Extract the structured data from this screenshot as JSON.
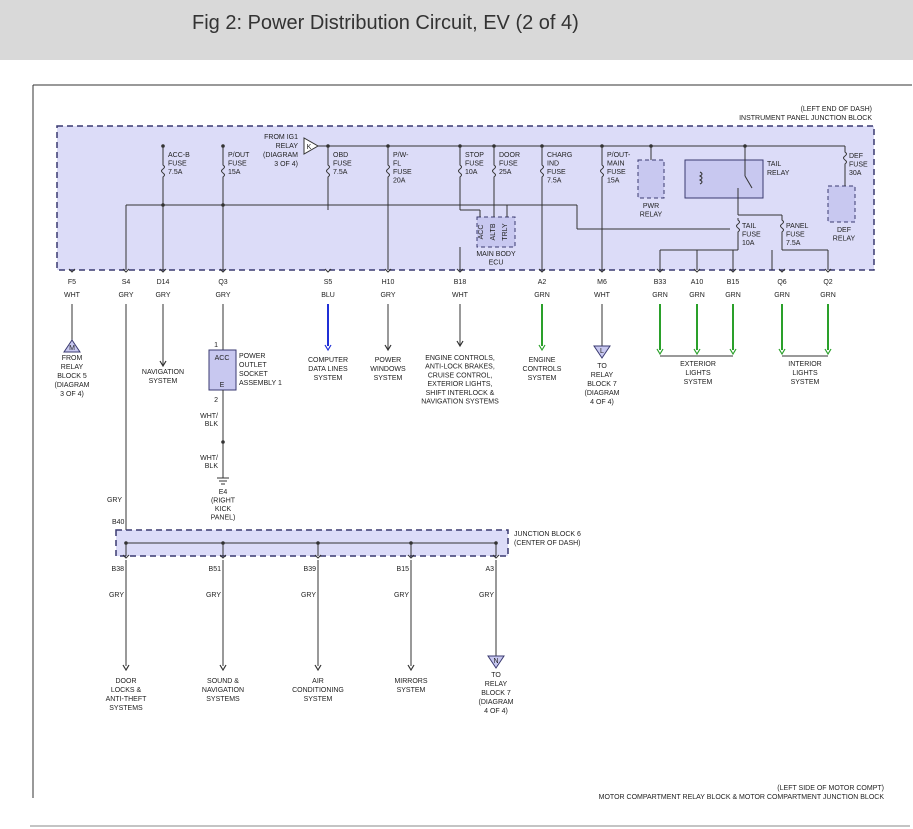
{
  "title": "Fig 2: Power Distribution Circuit, EV (2 of 4)",
  "colors": {
    "header_bg": "#d9d9d9",
    "box_fill": "#dcdcf8",
    "box_stroke": "#3a3a70",
    "wire": "#333333",
    "wire_blue": "#1f2fd6",
    "wire_green": "#2aa02a",
    "connector_fill": "#c8c8f0"
  },
  "ip_junction_block": {
    "location": "(LEFT END OF DASH)",
    "name": "INSTRUMENT PANEL JUNCTION BLOCK",
    "from_ig1": [
      "FROM IG1",
      "RELAY",
      "(DIAGRAM",
      "3 OF 4)"
    ],
    "from_ig1_connector": "K",
    "fuses": [
      {
        "lines": [
          "ACC-B",
          "FUSE",
          "7.5A"
        ]
      },
      {
        "lines": [
          "P/OUT",
          "FUSE",
          "15A"
        ]
      },
      {
        "lines": [
          "OBD",
          "FUSE",
          "7.5A"
        ]
      },
      {
        "lines": [
          "P/W-",
          "FL",
          "FUSE",
          "20A"
        ]
      },
      {
        "lines": [
          "STOP",
          "FUSE",
          "10A"
        ]
      },
      {
        "lines": [
          "DOOR",
          "FUSE",
          "25A"
        ]
      },
      {
        "lines": [
          "CHARG",
          "IND",
          "FUSE",
          "7.5A"
        ]
      },
      {
        "lines": [
          "P/OUT-",
          "MAIN",
          "FUSE",
          "15A"
        ]
      },
      {
        "lines": [
          "DEF",
          "FUSE",
          "30A"
        ]
      },
      {
        "lines": [
          "TAIL",
          "FUSE",
          "10A"
        ]
      },
      {
        "lines": [
          "PANEL",
          "FUSE",
          "7.5A"
        ]
      }
    ],
    "pwr_relay": [
      "PWR",
      "RELAY"
    ],
    "tail_relay": [
      "TAIL",
      "RELAY"
    ],
    "def_relay": [
      "DEF",
      "RELAY"
    ],
    "main_body_ecu": {
      "pins": [
        "ACC",
        "ALTB",
        "TRLY"
      ],
      "label": [
        "MAIN BODY",
        "ECU"
      ]
    }
  },
  "terminals": [
    {
      "pin": "F5",
      "color": "WHT"
    },
    {
      "pin": "S4",
      "color": "GRY"
    },
    {
      "pin": "D14",
      "color": "GRY"
    },
    {
      "pin": "Q3",
      "color": "GRY"
    },
    {
      "pin": "S5",
      "color": "BLU"
    },
    {
      "pin": "H10",
      "color": "GRY"
    },
    {
      "pin": "B18",
      "color": "WHT"
    },
    {
      "pin": "A2",
      "color": "GRN"
    },
    {
      "pin": "M6",
      "color": "WHT"
    },
    {
      "pin": "B33",
      "color": "GRN"
    },
    {
      "pin": "A10",
      "color": "GRN"
    },
    {
      "pin": "B15",
      "color": "GRN"
    },
    {
      "pin": "Q6",
      "color": "GRN"
    },
    {
      "pin": "Q2",
      "color": "GRN"
    }
  ],
  "destinations": {
    "from_relay_block_5": [
      "FROM",
      "RELAY",
      "BLOCK 5",
      "(DIAGRAM",
      "3 OF 4)"
    ],
    "from_relay_block_5_connector": "M",
    "navigation": [
      "NAVIGATION",
      "SYSTEM"
    ],
    "computer_data": [
      "COMPUTER",
      "DATA LINES",
      "SYSTEM"
    ],
    "power_windows": [
      "POWER",
      "WINDOWS",
      "SYSTEM"
    ],
    "engine_controls_multi": [
      "ENGINE CONTROLS,",
      "ANTI-LOCK BRAKES,",
      "CRUISE CONTROL,",
      "EXTERIOR LIGHTS,",
      "SHIFT INTERLOCK &",
      "NAVIGATION SYSTEMS"
    ],
    "engine_controls": [
      "ENGINE",
      "CONTROLS",
      "SYSTEM"
    ],
    "to_relay_block_7_l": [
      "TO",
      "RELAY",
      "BLOCK 7",
      "(DIAGRAM",
      "4 OF 4)"
    ],
    "to_relay_block_7_l_connector": "L",
    "exterior_lights": [
      "EXTERIOR",
      "LIGHTS",
      "SYSTEM"
    ],
    "interior_lights": [
      "INTERIOR",
      "LIGHTS",
      "SYSTEM"
    ]
  },
  "power_outlet": {
    "label": [
      "POWER",
      "OUTLET",
      "SOCKET",
      "ASSEMBLY 1"
    ],
    "pin_top": "1",
    "pin_bottom": "2",
    "top_text": "ACC",
    "bottom_text": "E",
    "wire1": [
      "WHT/",
      "BLK"
    ],
    "wire2": [
      "WHT/",
      "BLK"
    ],
    "ground": [
      "E4",
      "(RIGHT",
      "KICK",
      "PANEL)"
    ]
  },
  "s4_wire_color": "GRY",
  "junction_block_6": {
    "name": "JUNCTION BLOCK 6",
    "location": "(CENTER OF DASH)",
    "input_pin": "B40",
    "outputs": [
      {
        "pin": "B38",
        "color": "GRY",
        "dest": [
          "DOOR",
          "LOCKS &",
          "ANTI-THEFT",
          "SYSTEMS"
        ]
      },
      {
        "pin": "B51",
        "color": "GRY",
        "dest": [
          "SOUND &",
          "NAVIGATION",
          "SYSTEMS"
        ]
      },
      {
        "pin": "B39",
        "color": "GRY",
        "dest": [
          "AIR",
          "CONDITIONING",
          "SYSTEM"
        ]
      },
      {
        "pin": "B15",
        "color": "GRY",
        "dest": [
          "MIRRORS",
          "SYSTEM"
        ]
      },
      {
        "pin": "A3",
        "color": "GRY",
        "dest": [
          "TO",
          "RELAY",
          "BLOCK 7",
          "(DIAGRAM",
          "4 OF 4)"
        ]
      }
    ],
    "relay_block_7_connector": "N"
  },
  "footer": {
    "location": "(LEFT SIDE OF MOTOR COMPT)",
    "name": "MOTOR COMPARTMENT RELAY BLOCK & MOTOR COMPARTMENT JUNCTION BLOCK"
  }
}
